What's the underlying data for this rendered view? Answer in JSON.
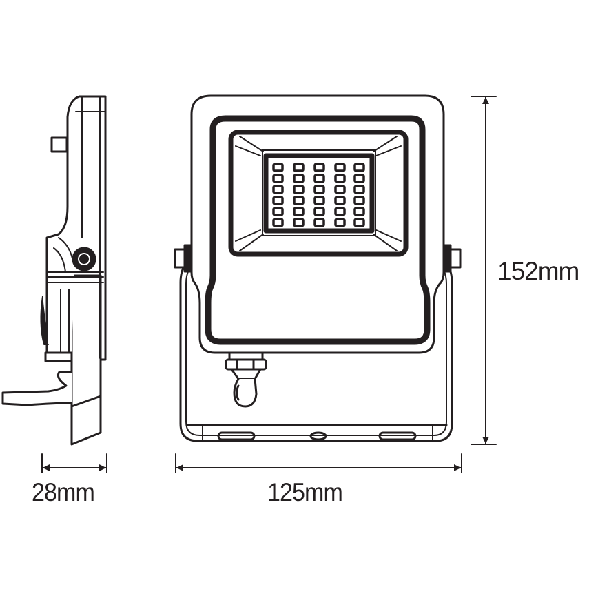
{
  "diagram": {
    "subject": "LED floodlight dimensional drawing",
    "views": [
      "side-view",
      "front-view"
    ],
    "line_color": "#231f20",
    "background": "#ffffff",
    "led_grid": {
      "rows": 6,
      "columns": 5
    }
  },
  "dimensions": {
    "height": {
      "value": 152,
      "unit": "mm",
      "label": "152mm"
    },
    "width": {
      "value": 125,
      "unit": "mm",
      "label": "125mm"
    },
    "depth": {
      "value": 28,
      "unit": "mm",
      "label": "28mm"
    }
  }
}
